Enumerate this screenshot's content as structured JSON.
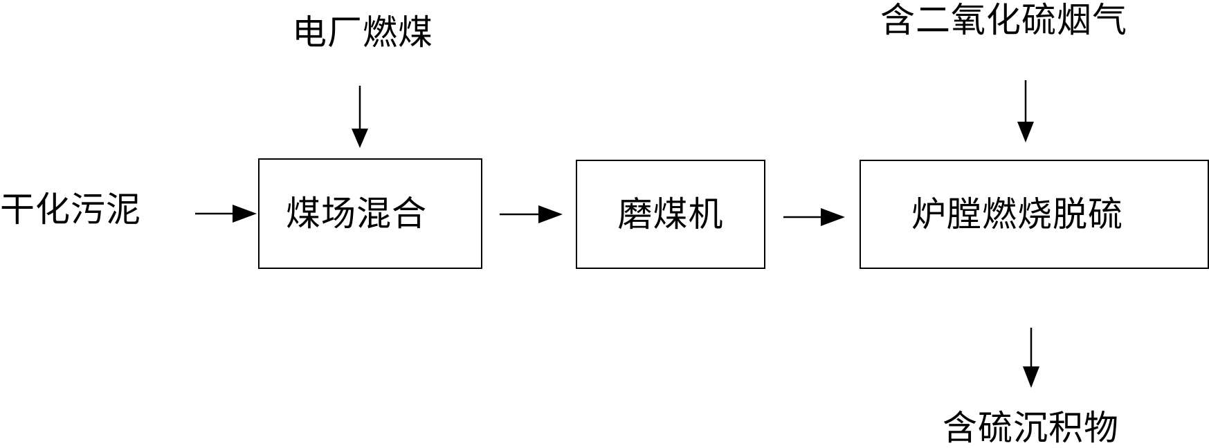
{
  "inputs": {
    "power_plant_coal": "电厂燃煤",
    "dried_sludge": "干化污泥",
    "so2_flue_gas": "含二氧化硫烟气"
  },
  "steps": {
    "coal_yard_mixing": "煤场混合",
    "coal_mill": "磨煤机",
    "furnace_desulfurization": "炉膛燃烧脱硫"
  },
  "outputs": {
    "sulfur_deposit": "含硫沉积物"
  }
}
